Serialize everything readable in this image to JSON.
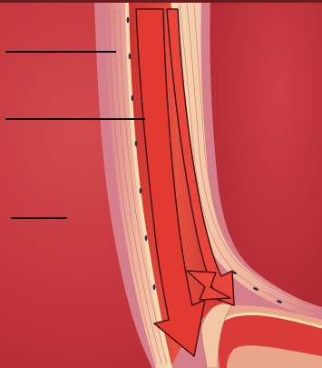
{
  "diagram": {
    "kind": "blood vessel cross-section with bifurcation",
    "leader_line_count": 3,
    "flow_arrows": [
      "main-flow-arrow",
      "branch-flow-arrow"
    ],
    "labels": [],
    "colors": {
      "background_tissue": "#c4323a",
      "lumen_blood": "#e0453f",
      "intima_lining": "#f6d8ae",
      "media_muscle": "#e9a58a",
      "adventitia": "#d6808d",
      "arrow_fill": "#e23a31",
      "arrow_outline": "#4a0f0c",
      "leader_line": "#111111",
      "cell_nucleus": "#2d2b4a"
    }
  }
}
